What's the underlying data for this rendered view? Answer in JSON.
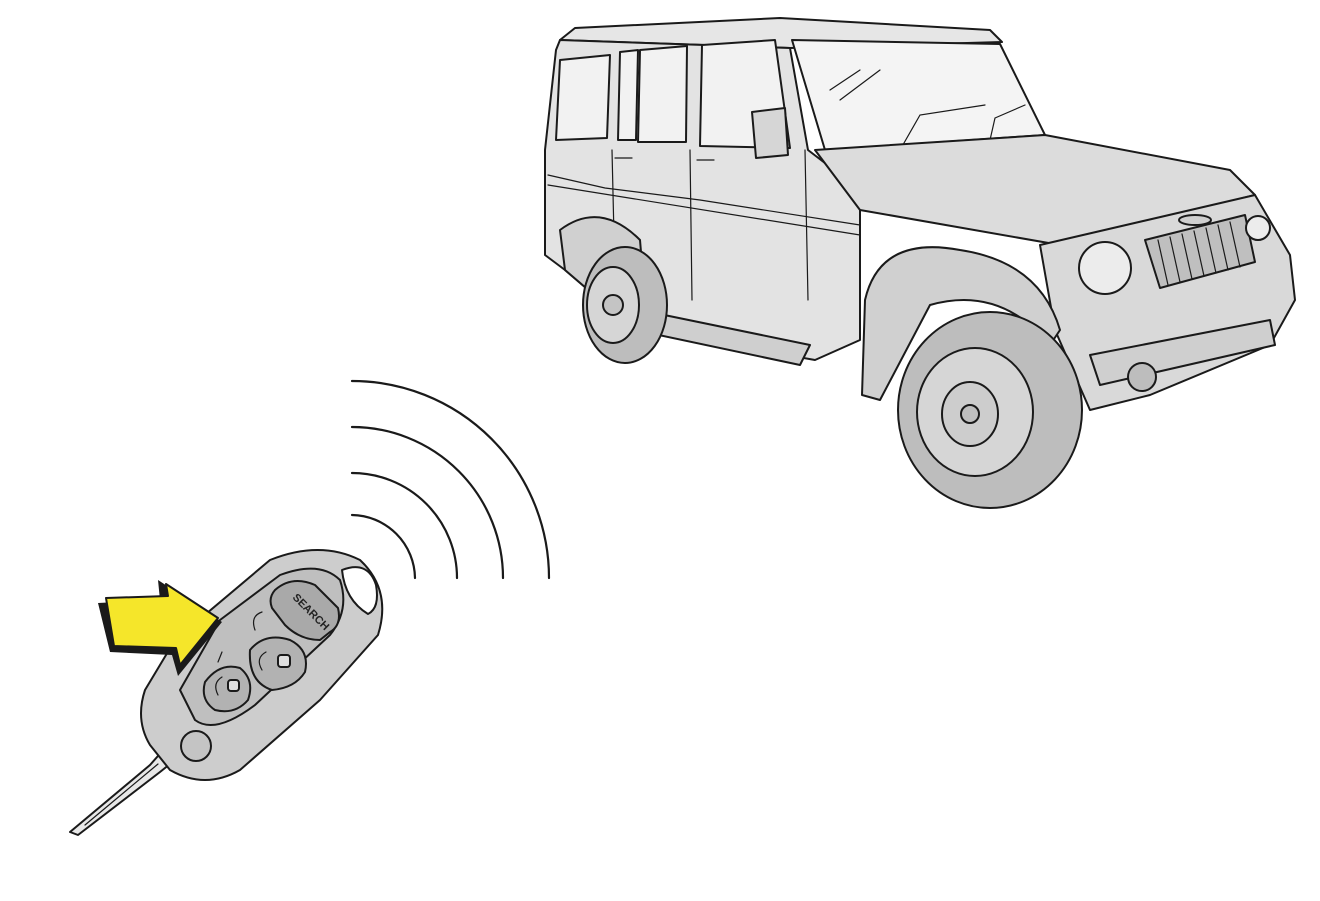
{
  "diagram": {
    "kind": "remote-key-illustration",
    "colors": {
      "background": "#ffffff",
      "vehicle_body": "#e3e3e3",
      "vehicle_shadow": "#cfcfcf",
      "tire": "#bdbdbd",
      "key_body": "#c9c9c9",
      "arrow": "#f5e62a",
      "outline": "#1a1a1a"
    },
    "key_fob": {
      "search_button_label": "SEARCH",
      "buttons": [
        "search",
        "lock",
        "unlock"
      ]
    },
    "signal_waves": 4,
    "indicator": "arrow-pointing-to-search-button"
  }
}
